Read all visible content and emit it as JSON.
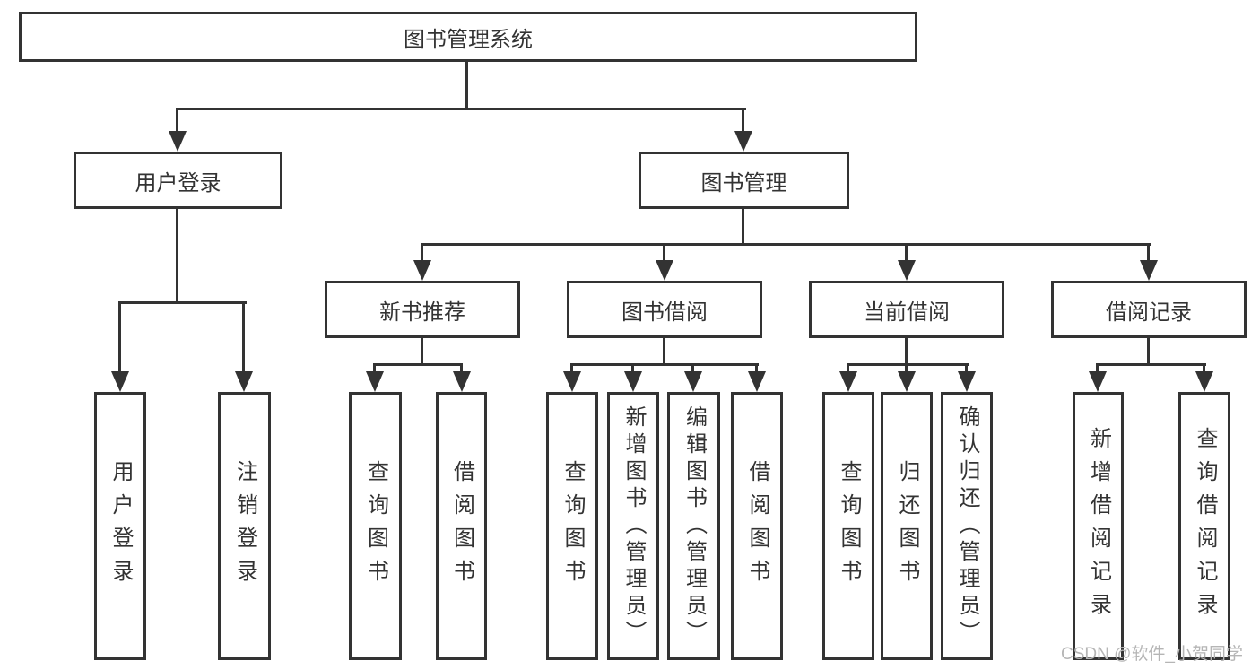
{
  "colors": {
    "line": "#333333",
    "text": "#333333",
    "background": "#ffffff",
    "watermark": "#b5b5b5"
  },
  "diagram": {
    "type": "hierarchy-tree",
    "title": "图书管理系统",
    "children": [
      {
        "label": "用户登录",
        "children": [
          {
            "label": "用户登录"
          },
          {
            "label": "注销登录"
          }
        ]
      },
      {
        "label": "图书管理",
        "children": [
          {
            "label": "新书推荐",
            "children": [
              {
                "label": "查询图书"
              },
              {
                "label": "借阅图书"
              }
            ]
          },
          {
            "label": "图书借阅",
            "children": [
              {
                "label": "查询图书"
              },
              {
                "label": "新增图书（管理员）"
              },
              {
                "label": "编辑图书（管理员）"
              },
              {
                "label": "借阅图书"
              }
            ]
          },
          {
            "label": "当前借阅",
            "children": [
              {
                "label": "查询图书"
              },
              {
                "label": "归还图书"
              },
              {
                "label": "确认归还（管理员）"
              }
            ]
          },
          {
            "label": "借阅记录",
            "children": [
              {
                "label": "新增借阅记录"
              },
              {
                "label": "查询借阅记录"
              }
            ]
          }
        ]
      }
    ]
  },
  "watermark": {
    "text": "CSDN @软件_小贺同学"
  }
}
